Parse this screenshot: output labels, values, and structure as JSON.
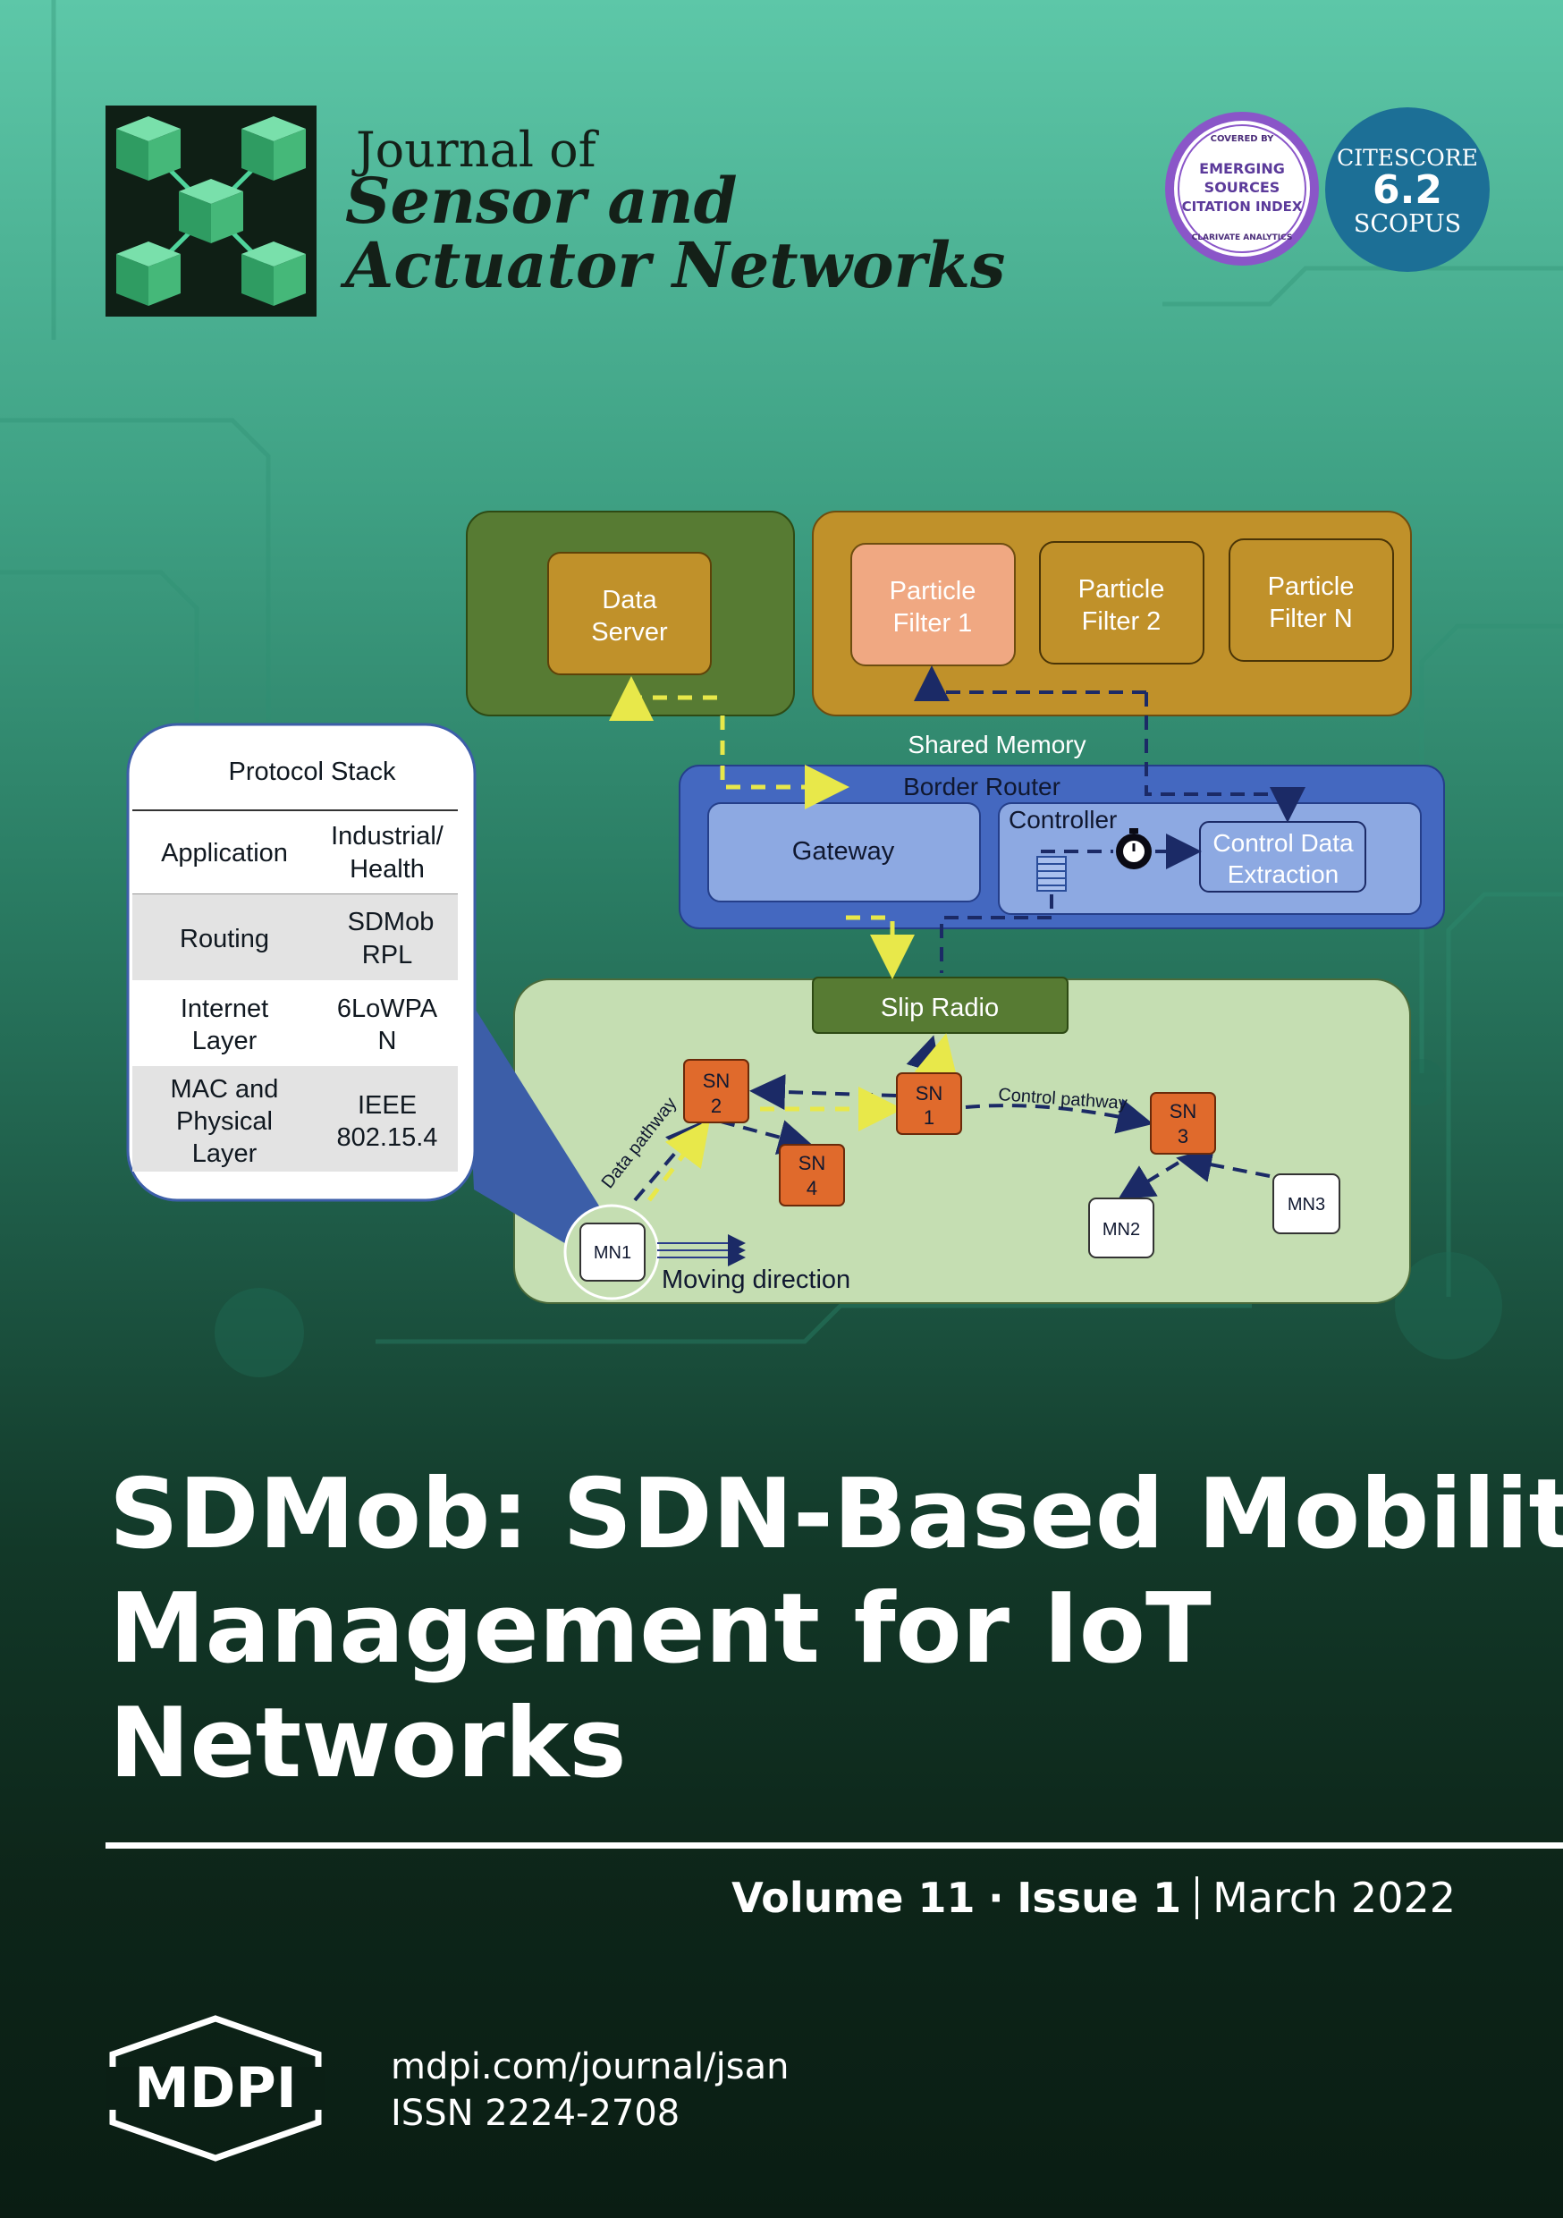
{
  "journal": {
    "line1": "Journal of",
    "line2": "Sensor and",
    "line3": "Actuator Networks"
  },
  "badges": {
    "esci_top": "COVERED BY",
    "esci_1": "EMERGING",
    "esci_2": "SOURCES",
    "esci_3": "CITATION INDEX",
    "esci_bottom": "CLARIVATE ANALYTICS",
    "citescore_label": "CITESCORE",
    "citescore_value": "6.2",
    "citescore_source": "SCOPUS"
  },
  "diagram": {
    "data_server": [
      "Data",
      "Server"
    ],
    "pf1": [
      "Particle",
      "Filter 1"
    ],
    "pf2": [
      "Particle",
      "Filter 2"
    ],
    "pfn": [
      "Particle",
      "Filter N"
    ],
    "shared_memory": "Shared Memory",
    "border_router": "Border Router",
    "gateway": "Gateway",
    "controller": "Controller",
    "control_data": [
      "Control Data",
      "Extraction"
    ],
    "slip_radio": "Slip Radio",
    "protocol_stack_title": "Protocol Stack",
    "protocol_rows": [
      {
        "layer": [
          "Application"
        ],
        "value": [
          "Industrial/",
          "Health"
        ]
      },
      {
        "layer": [
          "Routing"
        ],
        "value": [
          "SDMob",
          "RPL"
        ]
      },
      {
        "layer": [
          "Internet",
          "Layer"
        ],
        "value": [
          "6LoWPA",
          "N"
        ]
      },
      {
        "layer": [
          "MAC and",
          "Physical",
          "Layer"
        ],
        "value": [
          "IEEE",
          "802.15.4"
        ]
      }
    ],
    "sn2": [
      "SN",
      "2"
    ],
    "sn1": [
      "SN",
      "1"
    ],
    "sn3": [
      "SN",
      "3"
    ],
    "sn4": [
      "SN",
      "4"
    ],
    "mn1": "MN1",
    "mn2": "MN2",
    "mn3": "MN3",
    "data_pathway": "Data pathway",
    "control_pathway": "Control pathway",
    "moving_direction": "Moving direction"
  },
  "article": {
    "title_lines": [
      "SDMob: SDN-Based Mobility",
      "Management for IoT",
      "Networks"
    ]
  },
  "issue": {
    "volume": "Volume 11",
    "dot": "·",
    "issue": "Issue 1",
    "date": "March 2022"
  },
  "publisher": {
    "logo_text": "MDPI",
    "url": "mdpi.com/journal/jsan",
    "issn": "ISSN 2224-2708"
  },
  "colors": {
    "accent_green": "#5dc7a8",
    "server_green": "#577b33",
    "filter_gold": "#c0912a",
    "router_blue": "#4468c0",
    "sensor_orange": "#e06a2c",
    "field_green": "#c5deb2"
  }
}
